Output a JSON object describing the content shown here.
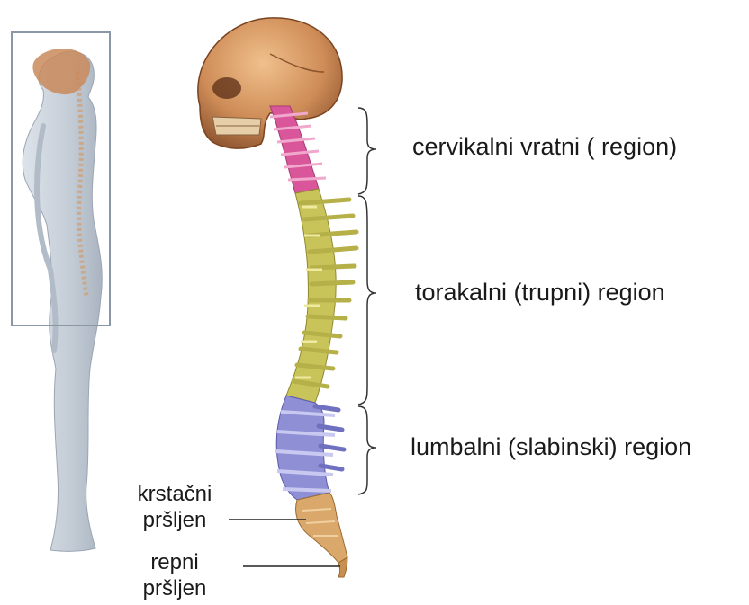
{
  "labels": {
    "cervical": "cervikalni vratni ( region)",
    "thoracic": "torakalni (trupni) region",
    "lumbar": "lumbalni (slabinski) region",
    "sacral_line1": "krstačni",
    "sacral_line2": "pršljen",
    "coccyx_line1": "repni",
    "coccyx_line2": "pršljen"
  },
  "colors": {
    "skull": "#c98a5a",
    "cervical": "#d9569a",
    "thoracic": "#c9c45a",
    "lumbar": "#8f8fd6",
    "sacrum": "#d9a86a",
    "body": "#cfd6de",
    "frame": "#8a97a6",
    "leader": "#222222"
  }
}
